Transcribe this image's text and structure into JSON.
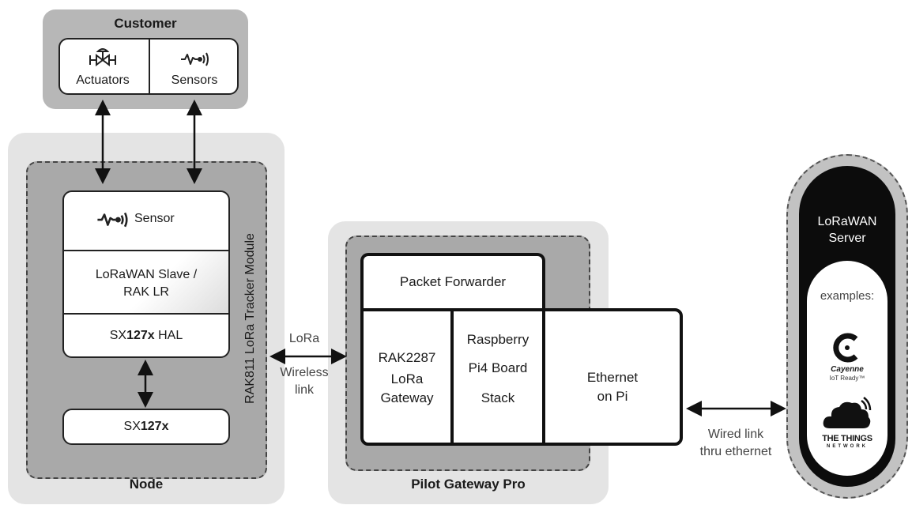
{
  "customer": {
    "title": "Customer",
    "actuators": "Actuators",
    "sensors": "Sensors"
  },
  "node": {
    "label": "Node",
    "module_label": "RAK811 LoRa Tracker Module",
    "sensor": "Sensor",
    "slave_line1": "LoRaWAN Slave /",
    "slave_line2": "RAK LR",
    "hal_prefix": "SX",
    "hal_bold": "127x",
    "hal_suffix": " HAL",
    "chip_prefix": "SX",
    "chip_bold": "127x"
  },
  "lora_link": {
    "line1": "LoRa",
    "line2": "Wireless",
    "line3": "link"
  },
  "gateway": {
    "label": "Pilot Gateway Pro",
    "packet_forwarder": "Packet Forwarder",
    "rak_line1": "RAK2287",
    "rak_line2": "LoRa",
    "rak_line3": "Gateway",
    "pi_line1": "Raspberry",
    "pi_line2": "Pi4 Board",
    "pi_line3": "Stack",
    "eth_line1": "Ethernet",
    "eth_line2": "on Pi"
  },
  "wired_link": {
    "line1": "Wired link",
    "line2": "thru ethernet"
  },
  "server": {
    "title_line1": "LoRaWAN",
    "title_line2": "Server",
    "examples": "examples:",
    "cayenne_name": "Cayenne",
    "cayenne_sub": "IoT Ready™",
    "ttn_name": "THE THINGS",
    "ttn_sub": "NETWORK"
  },
  "colors": {
    "panel_dark": "#b7b7b7",
    "panel_light": "#e4e4e4",
    "module_fill": "#a9a9a9",
    "server_black": "#0c0c0c"
  }
}
